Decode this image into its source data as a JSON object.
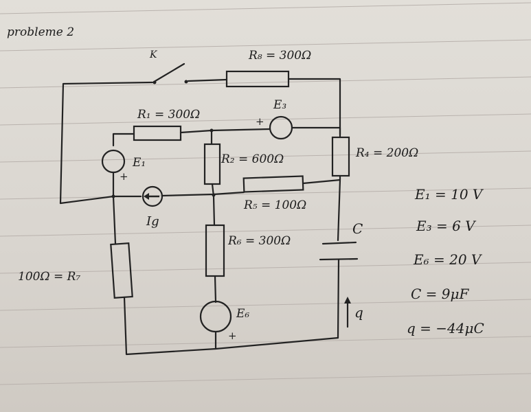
{
  "title": "probleme 2",
  "switch_label": "K",
  "components": {
    "R8": "R₈ = 300Ω",
    "R1": "R₁ = 300Ω",
    "E3": "E₃",
    "E1": "E₁",
    "R2": "R₂ = 600Ω",
    "R4": "R₄ = 200Ω",
    "Ig": "Ig",
    "R5": "R₅ = 100Ω",
    "C": "C",
    "R6": "R₆ = 300Ω",
    "R7": "100Ω = R₇",
    "E6": "E₆",
    "q": "q"
  },
  "polarity_mark": "+",
  "givens": [
    "E₁ = 10 V",
    "E₃ = 6 V",
    "E₆ = 20 V",
    "C = 9μF",
    "q = −44μC"
  ],
  "colors": {
    "ink": "#222222",
    "paper": "#dcd8d2",
    "ruling": "#b9b2ad"
  }
}
